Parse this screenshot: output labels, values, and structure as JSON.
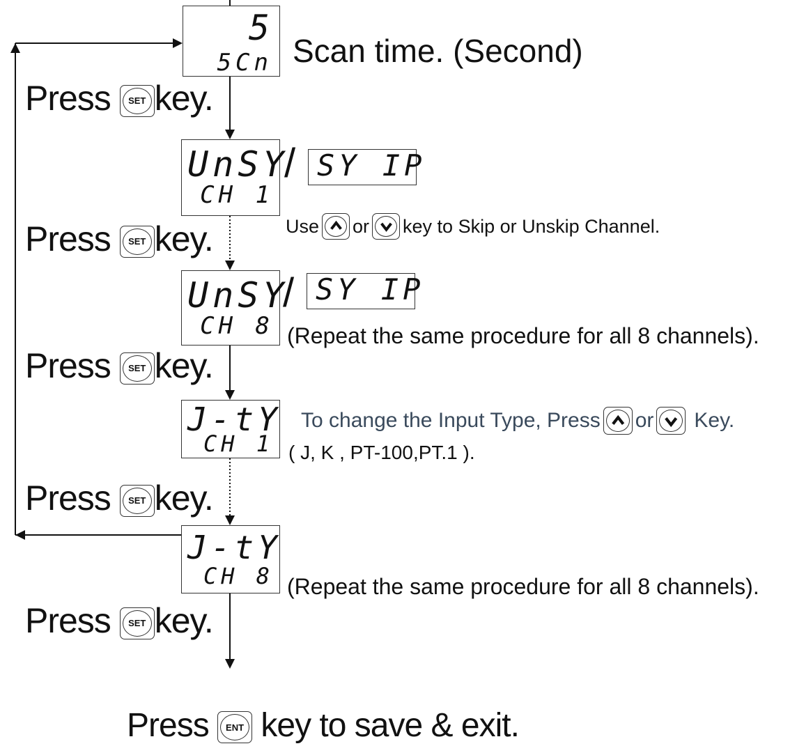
{
  "displays": [
    {
      "top": "5",
      "bottom": "5Cn"
    },
    {
      "top": "UnSY",
      "bottom": "CH 1",
      "alt": "SY IP"
    },
    {
      "top": "UnSY",
      "bottom": "CH 8",
      "alt": "SY IP"
    },
    {
      "top": "J-tY",
      "bottom": "CH 1"
    },
    {
      "top": "J-tY",
      "bottom": "CH 8"
    }
  ],
  "slash": "/",
  "notes": {
    "scan_time": "Scan time. (Second)",
    "use": "Use",
    "or": "or",
    "skip_text": "key to Skip or Unskip Channel.",
    "repeat_1": "(Repeat the same procedure for all 8 channels).",
    "input_type_pre": "To change the Input Type, Press",
    "input_type_or": "or",
    "input_type_key": "Key.",
    "input_types": "( J, K , PT-100,PT.1 ).",
    "repeat_2": "(Repeat the same procedure for all 8 channels)."
  },
  "press_steps": [
    {
      "press": "Press",
      "key": "SET",
      "after": "key."
    },
    {
      "press": "Press",
      "key": "SET",
      "after": "key."
    },
    {
      "press": "Press",
      "key": "SET",
      "after": "key."
    },
    {
      "press": "Press",
      "key": "SET",
      "after": "key."
    },
    {
      "press": "Press",
      "key": "SET",
      "after": "key."
    }
  ],
  "final": {
    "press": "Press",
    "key": "ENT",
    "after": "key to save & exit."
  },
  "icons": {
    "up": "up-arrow-icon",
    "down": "down-arrow-icon"
  }
}
